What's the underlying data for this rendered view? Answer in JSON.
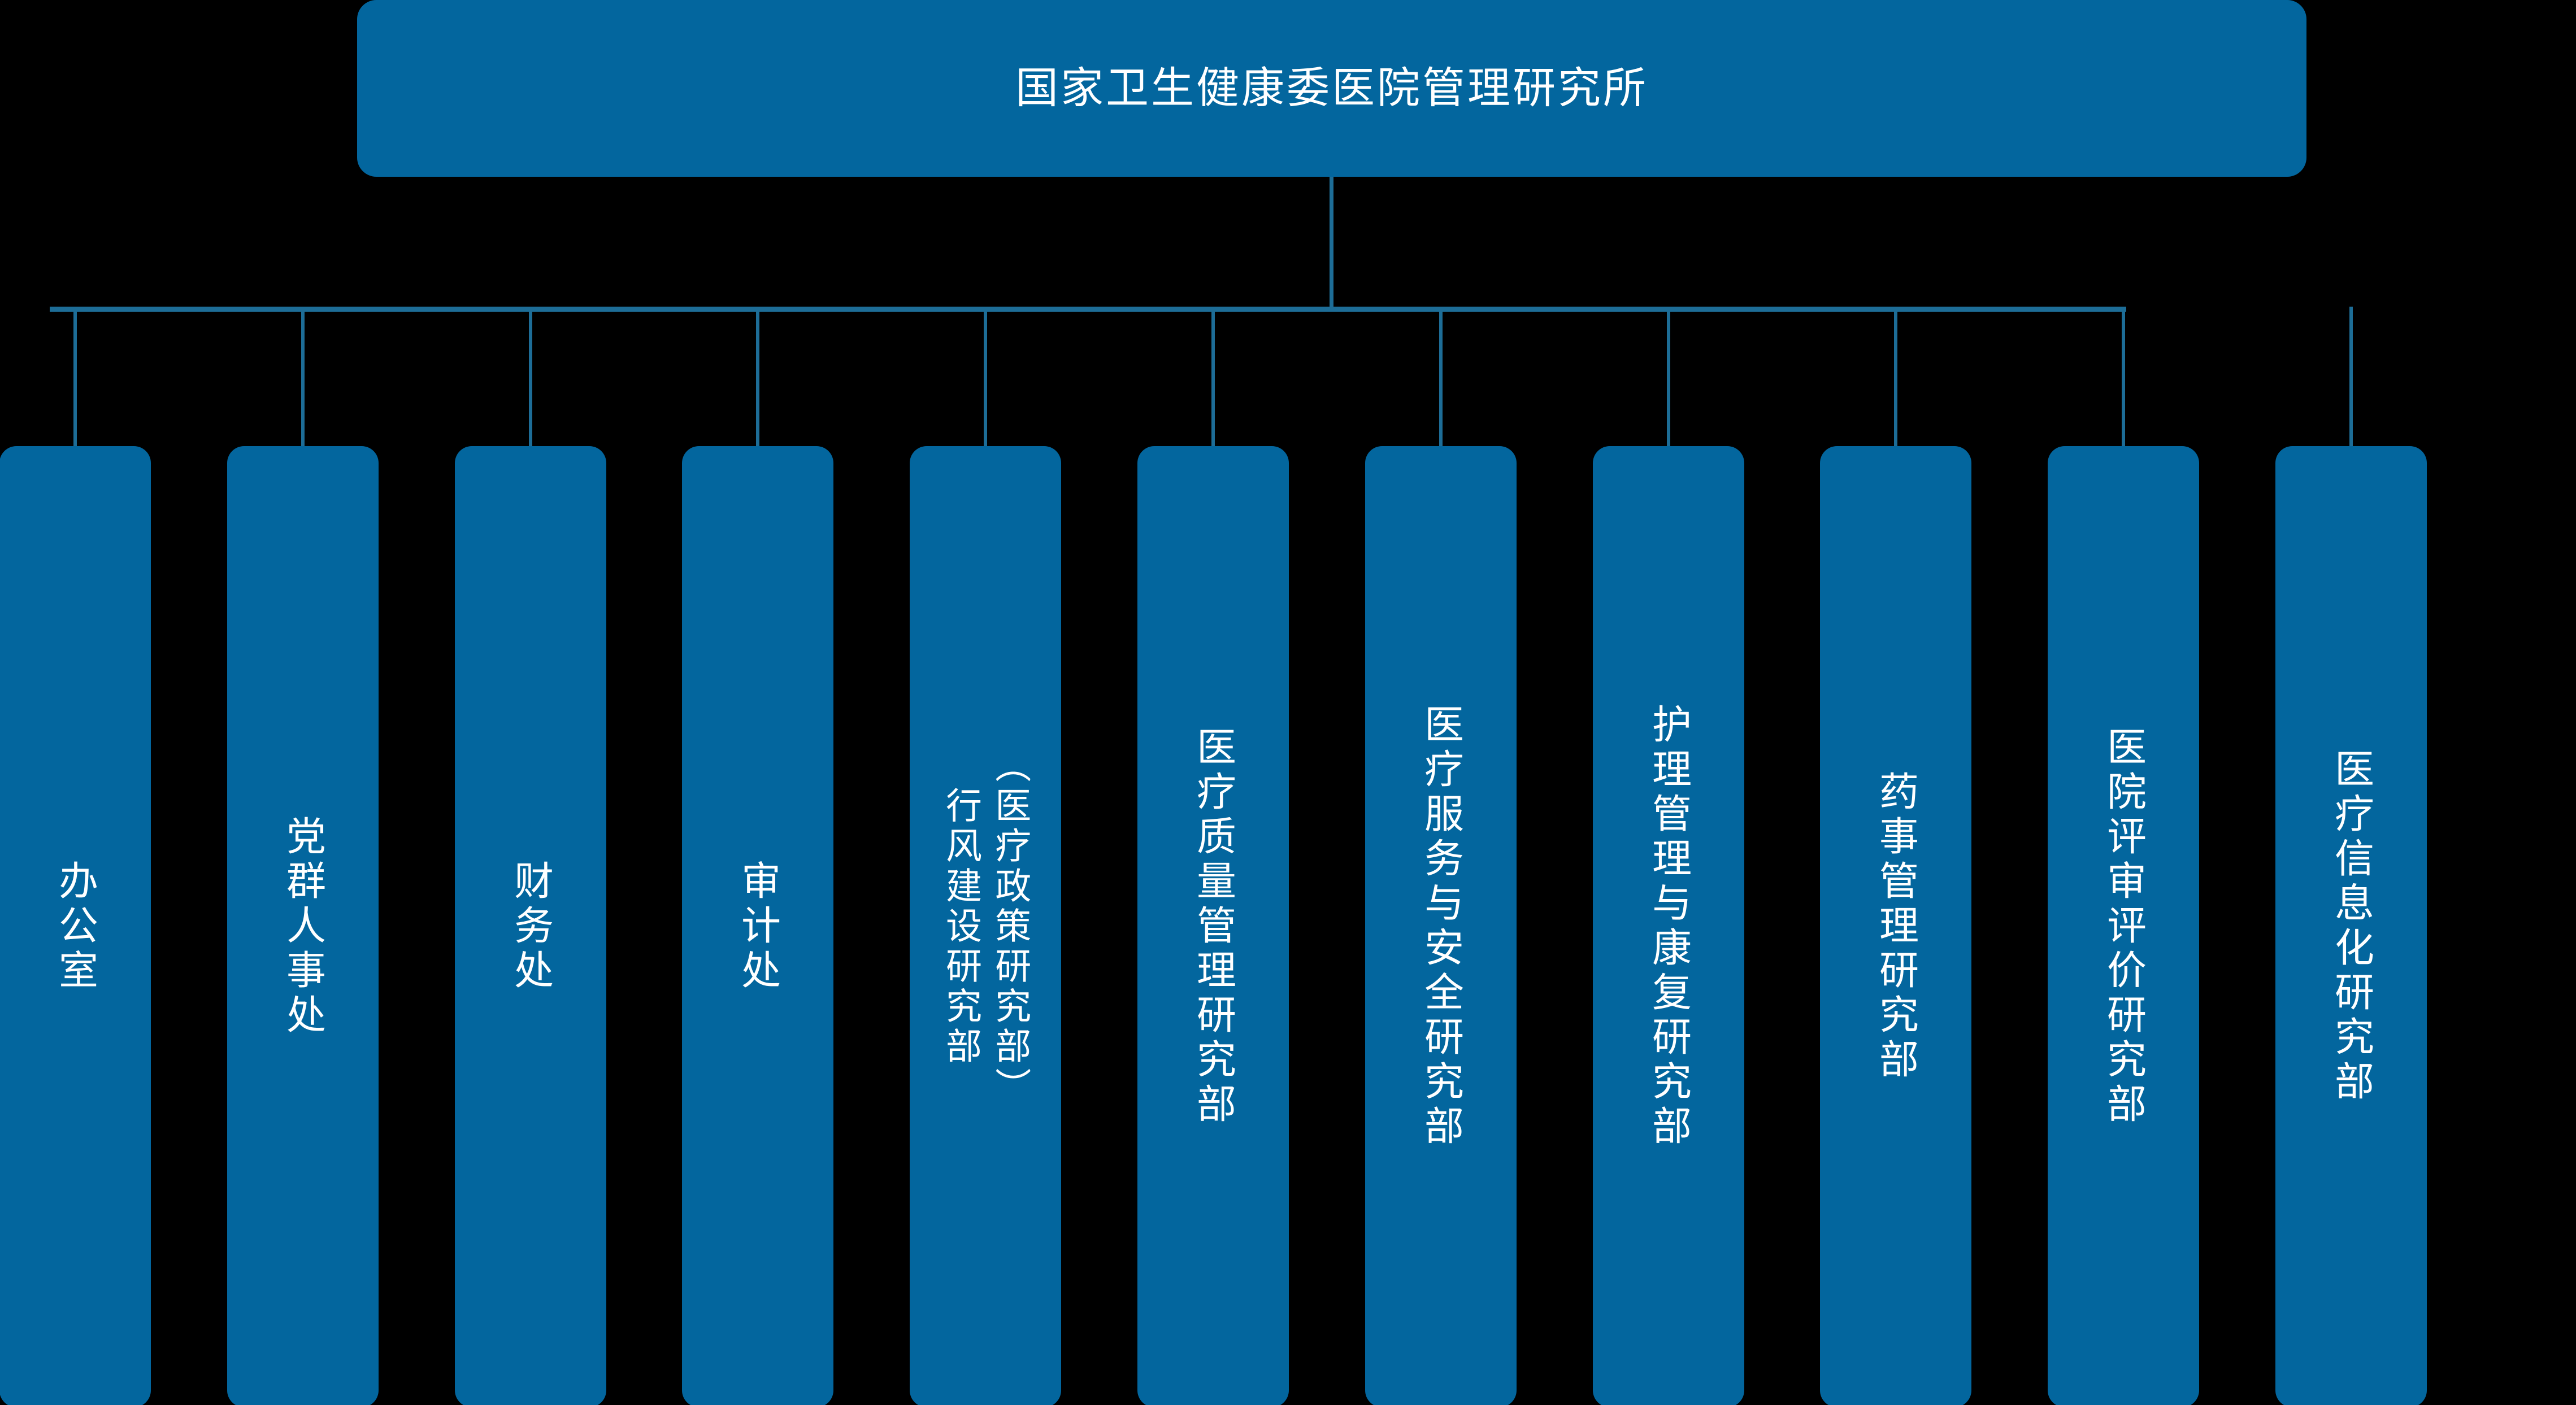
{
  "chart": {
    "type": "org-chart",
    "title": "国家卫生健康委医院管理研究所",
    "orientation": "vertical-top-down",
    "text_direction": "vertical-rl",
    "background_color": "#000000",
    "node_color": "#03669E",
    "node_text_color": "#FFFFFF",
    "connector_color": "#1D6D97"
  },
  "root": {
    "label": "国家卫生健康委医院管理研究所"
  },
  "children": [
    {
      "label": "办公室"
    },
    {
      "label": "党群人事处"
    },
    {
      "label": "财务处"
    },
    {
      "label": "审计处"
    },
    {
      "label": "（医疗政策研究部）",
      "secondary": "行风建设研究部"
    },
    {
      "label": "医疗质量管理研究部"
    },
    {
      "label": "医疗服务与安全研究部"
    },
    {
      "label": "护理管理与康复研究部"
    },
    {
      "label": "药事管理研究部"
    },
    {
      "label": "医院评审评价研究部"
    },
    {
      "label": "医疗信息化研究部"
    }
  ]
}
